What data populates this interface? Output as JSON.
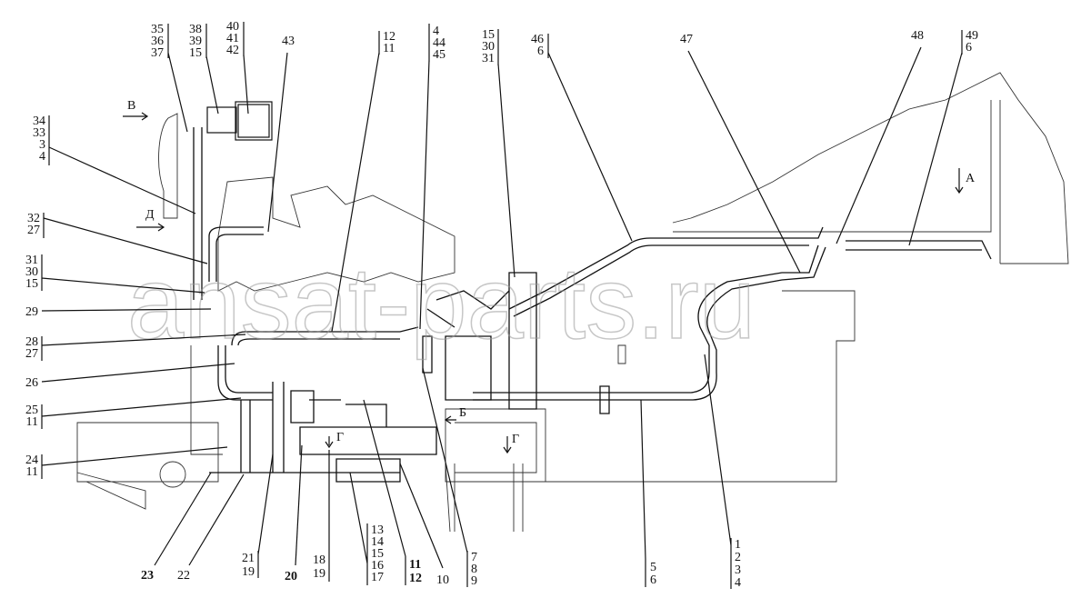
{
  "diagram": {
    "watermark": "ansat-parts.ru",
    "view_markers": {
      "a": "А",
      "b": "В",
      "d": "Д",
      "g1": "Г",
      "g2": "Г",
      "b2": "Б"
    },
    "callouts": {
      "left": [
        [
          "34",
          "33",
          "3",
          "4"
        ],
        [
          "32",
          "27"
        ],
        [
          "31",
          "30",
          "15"
        ],
        [
          "29"
        ],
        [
          "28",
          "27"
        ],
        [
          "26"
        ],
        [
          "25",
          "11"
        ],
        [
          "24",
          "11"
        ]
      ],
      "top": [
        [
          "35",
          "36",
          "37"
        ],
        [
          "38",
          "39",
          "15"
        ],
        [
          "40",
          "41",
          "42"
        ],
        [
          "43"
        ],
        [
          "12",
          "11"
        ],
        [
          "4",
          "44",
          "45"
        ],
        [
          "15",
          "30",
          "31"
        ],
        [
          "46",
          "6"
        ],
        [
          "47"
        ],
        [
          "48"
        ],
        [
          "49",
          "6"
        ]
      ],
      "bottom": [
        [
          "23"
        ],
        [
          "22"
        ],
        [
          "21",
          "19"
        ],
        [
          "20"
        ],
        [
          "18",
          "19"
        ],
        [
          "13",
          "14",
          "15",
          "16",
          "17"
        ],
        [
          "11",
          "12"
        ],
        [
          "10"
        ],
        [
          "7",
          "8",
          "9"
        ],
        [
          "5",
          "6"
        ],
        [
          "1",
          "2",
          "3",
          "4"
        ]
      ]
    }
  }
}
